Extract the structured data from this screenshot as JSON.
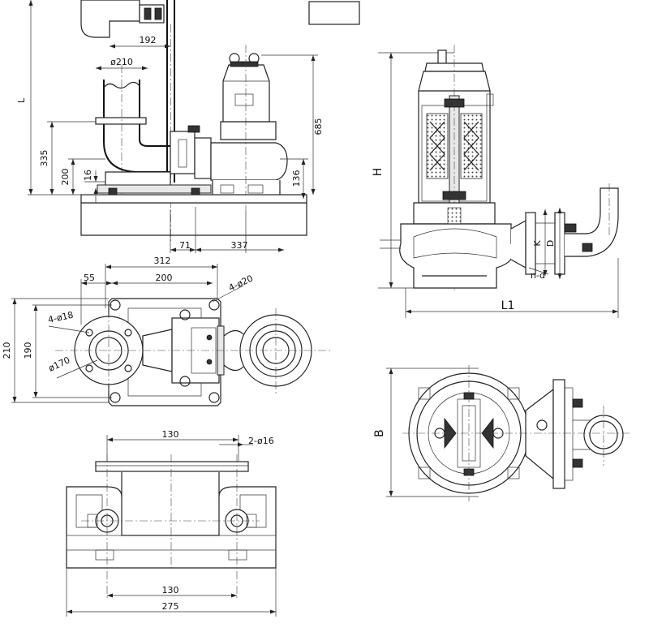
{
  "labels": {
    "L": "L",
    "d192": "192",
    "d210dia": "ø210",
    "d685": "685",
    "d335": "335",
    "d200v": "200",
    "d16v": "16",
    "d136": "136",
    "d71": "71",
    "d337": "337",
    "d312": "312",
    "d55": "55",
    "d200h": "200",
    "holes20": "4-ø20",
    "holes18": "4-ø18",
    "d210": "210",
    "d190": "190",
    "d170": "ø170",
    "d130top": "130",
    "holes16": "2-ø16",
    "d130bot": "130",
    "d275": "275",
    "H": "H",
    "L1": "L1",
    "K": "K",
    "D": "D",
    "nd": "n-d",
    "B": "B"
  }
}
